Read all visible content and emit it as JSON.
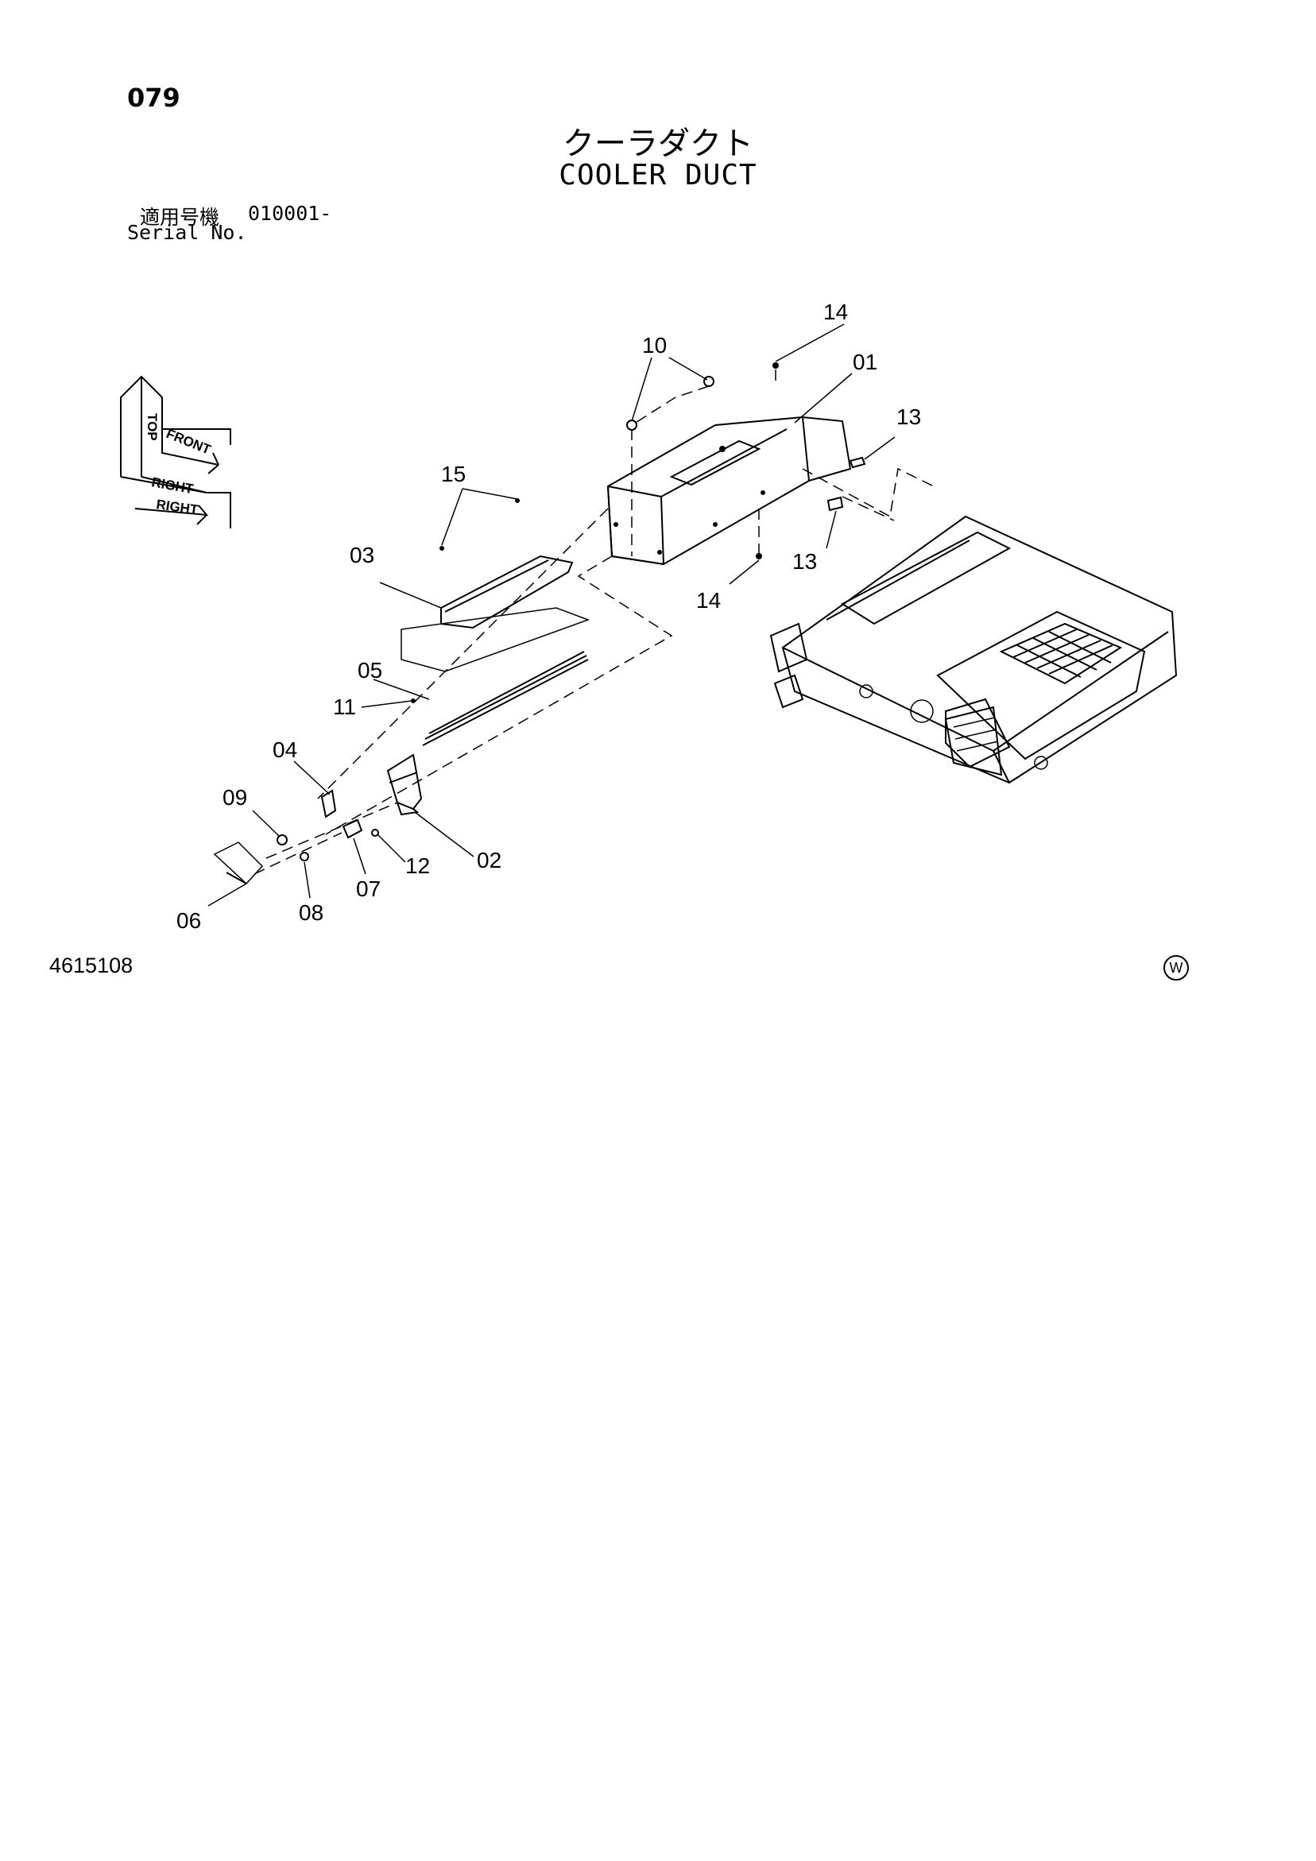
{
  "header": {
    "page_number": "079",
    "title_ja": "クーラダクト",
    "title_en": "COOLER DUCT",
    "serial_label_ja": "適用号機",
    "serial_range": "010001-",
    "serial_label_en": "Serial No."
  },
  "orientation": {
    "top": "TOP",
    "front": "FRONT",
    "right": "RIGHT"
  },
  "callouts": [
    "01",
    "02",
    "03",
    "04",
    "05",
    "06",
    "07",
    "08",
    "09",
    "10",
    "11",
    "12",
    "13",
    "13",
    "14",
    "14",
    "15"
  ],
  "footer": {
    "drawing_number": "4615108",
    "mark": "W"
  }
}
